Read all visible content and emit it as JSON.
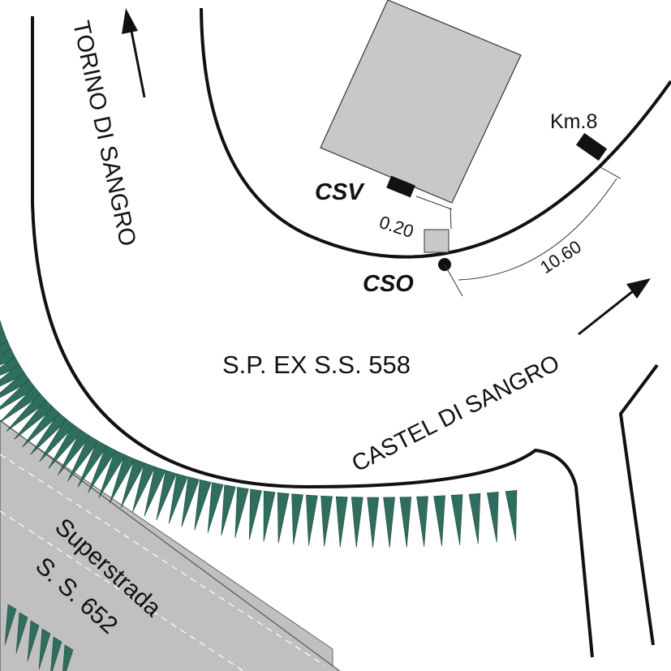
{
  "labels": {
    "road_name": "S.P. EX S.S. 558",
    "direction_north": "TORINO DI SANGRO",
    "direction_east": "CASTEL DI SANGRO",
    "highway_name": "Superstrada",
    "highway_number": "S. S. 652",
    "km_marker": "Km.8",
    "station_csv": "CSV",
    "station_cso": "CSO",
    "dist_short": "0.20",
    "dist_long": "10.60"
  },
  "colors": {
    "road_line": "#111111",
    "building": "#c8c8c8",
    "highway_fill": "#c0c0c0",
    "embankment": "#2f6e5e"
  }
}
